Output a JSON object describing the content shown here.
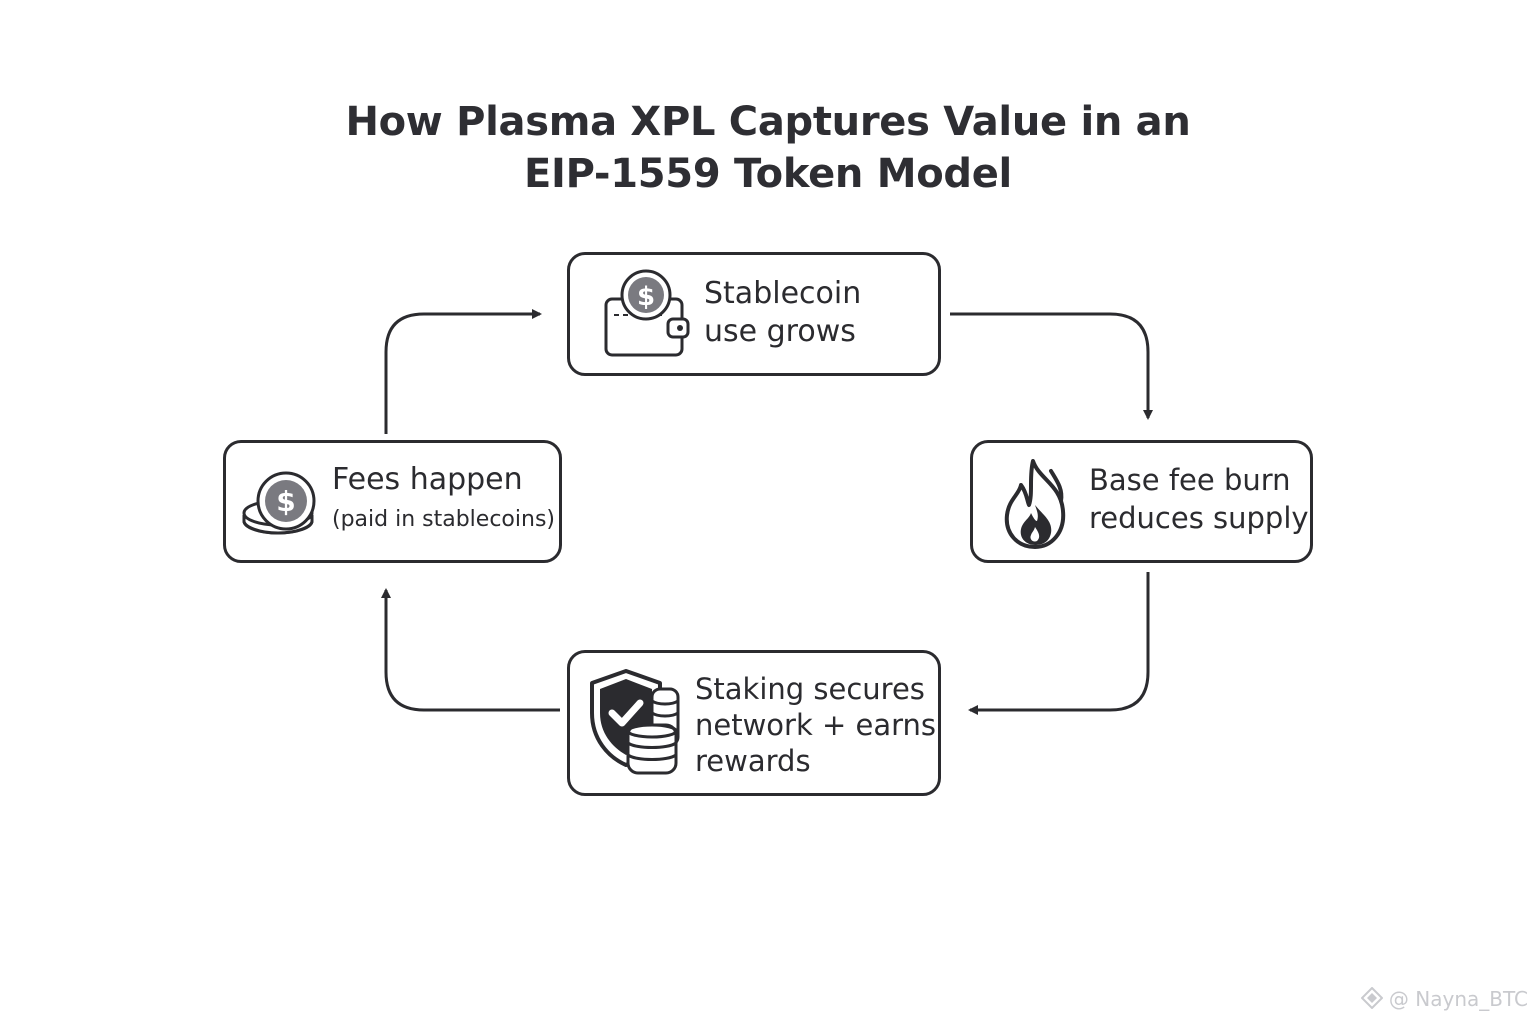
{
  "title": {
    "line1": "How Plasma XPL Captures Value in an",
    "line2": "EIP-1559 Token Model"
  },
  "nodes": {
    "top": {
      "line1": "Stablecoin",
      "line2": "use grows",
      "icon": "wallet-dollar-coin-icon"
    },
    "right": {
      "line1": "Base fee burn",
      "line2": "reduces supply",
      "icon": "flame-icon"
    },
    "bottom": {
      "line1": "Staking secures",
      "line2": "network + earns",
      "line3": "rewards",
      "icon": "shield-check-coins-icon"
    },
    "left": {
      "line1": "Fees happen",
      "line2": "(paid in stablecoins)",
      "icon": "dollar-coins-icon"
    }
  },
  "flow": {
    "direction": "clockwise",
    "order": [
      "top",
      "right",
      "bottom",
      "left"
    ]
  },
  "colors": {
    "stroke": "#2b2b2f",
    "icon_fill": "#7a7a80",
    "background": "#ffffff"
  },
  "watermark": {
    "text": "@ Nayna_BTC"
  }
}
